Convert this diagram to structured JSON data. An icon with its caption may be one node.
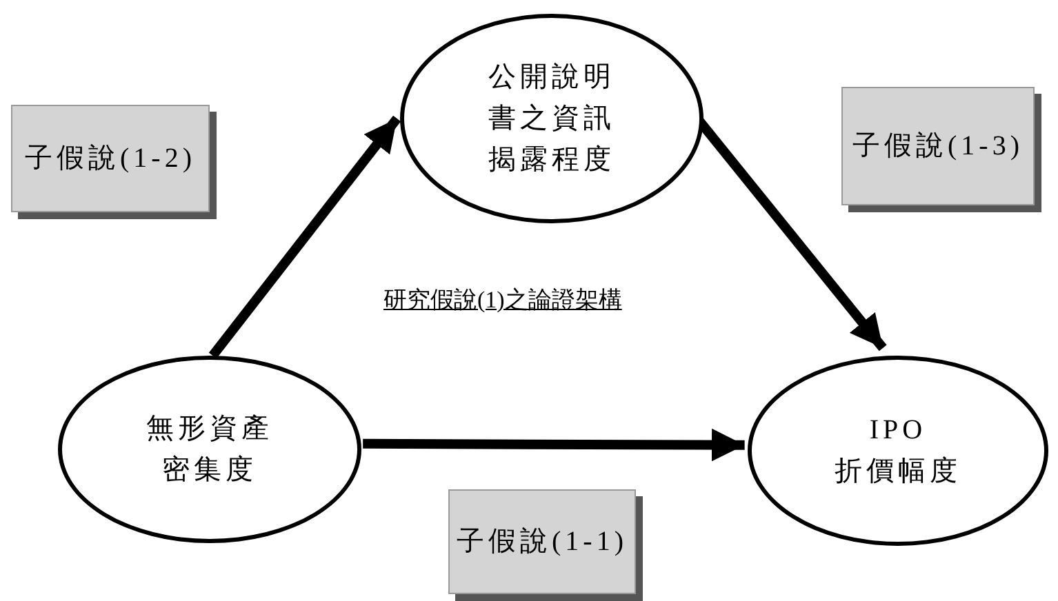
{
  "diagram": {
    "nodes": [
      {
        "text": [
          "公開說明書之資訊揭露程度"
        ]
      },
      {
        "text": [
          "無形資產密集度"
        ]
      },
      {
        "text": [
          "IPO 折價幅度"
        ]
      },
      {
        "text": [
          "子假說(1-2)"
        ]
      },
      {
        "text": [
          "子假說(1-3)"
        ]
      },
      {
        "text": [
          "子假說(1-1)"
        ]
      }
    ],
    "edges": [
      {
        "from": 1,
        "to": 0,
        "arrow": "to"
      },
      {
        "from": 0,
        "to": 2,
        "arrow": "to"
      },
      {
        "from": 1,
        "to": 2,
        "arrow": "to"
      }
    ],
    "labels": [
      "研究假說(1)之論證架構"
    ]
  }
}
